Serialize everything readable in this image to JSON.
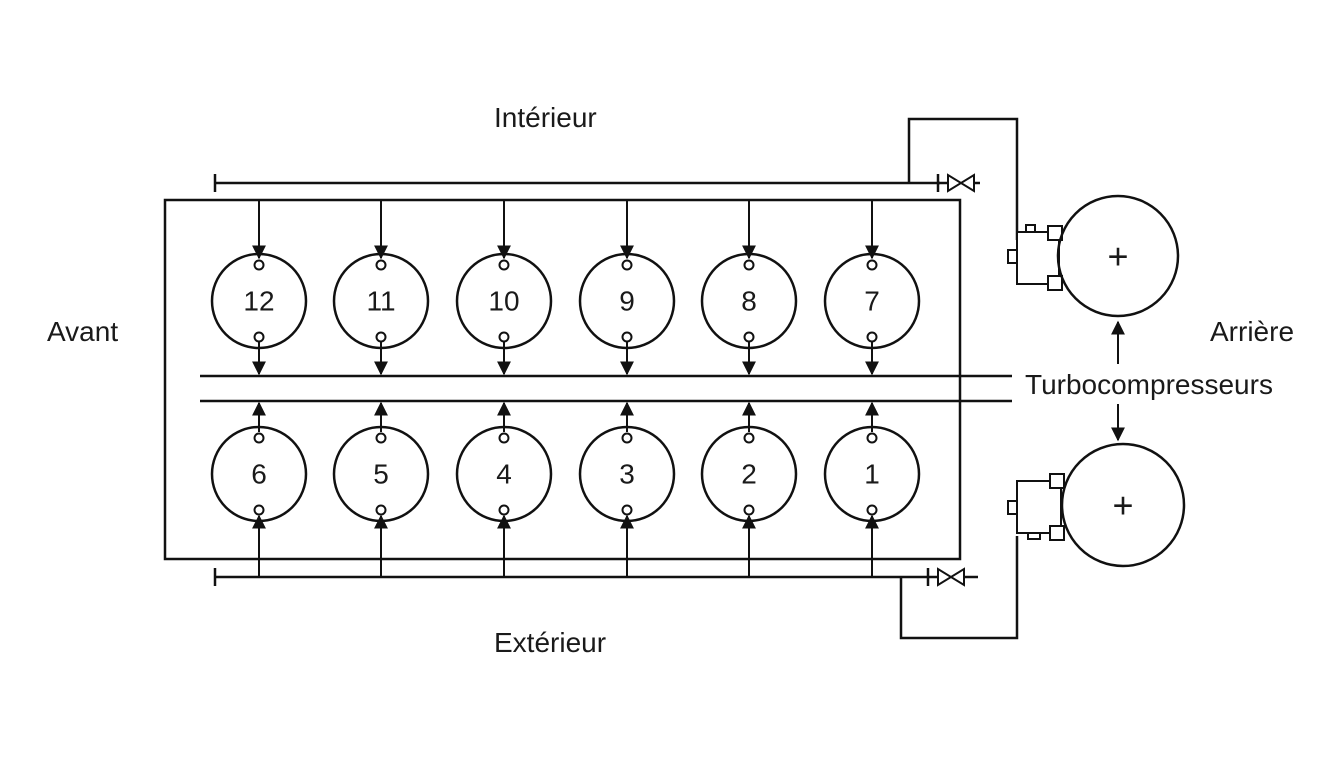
{
  "labels": {
    "top": "Intérieur",
    "bottom": "Extérieur",
    "left": "Avant",
    "right": "Arrière",
    "turbo": "Turbocompresseurs"
  },
  "cylinders": {
    "top_row": [
      "12",
      "11",
      "10",
      "9",
      "8",
      "7"
    ],
    "bottom_row": [
      "6",
      "5",
      "4",
      "3",
      "2",
      "1"
    ]
  },
  "turbo_symbol": "+",
  "colors": {
    "line": "#111111",
    "background": "#ffffff"
  }
}
